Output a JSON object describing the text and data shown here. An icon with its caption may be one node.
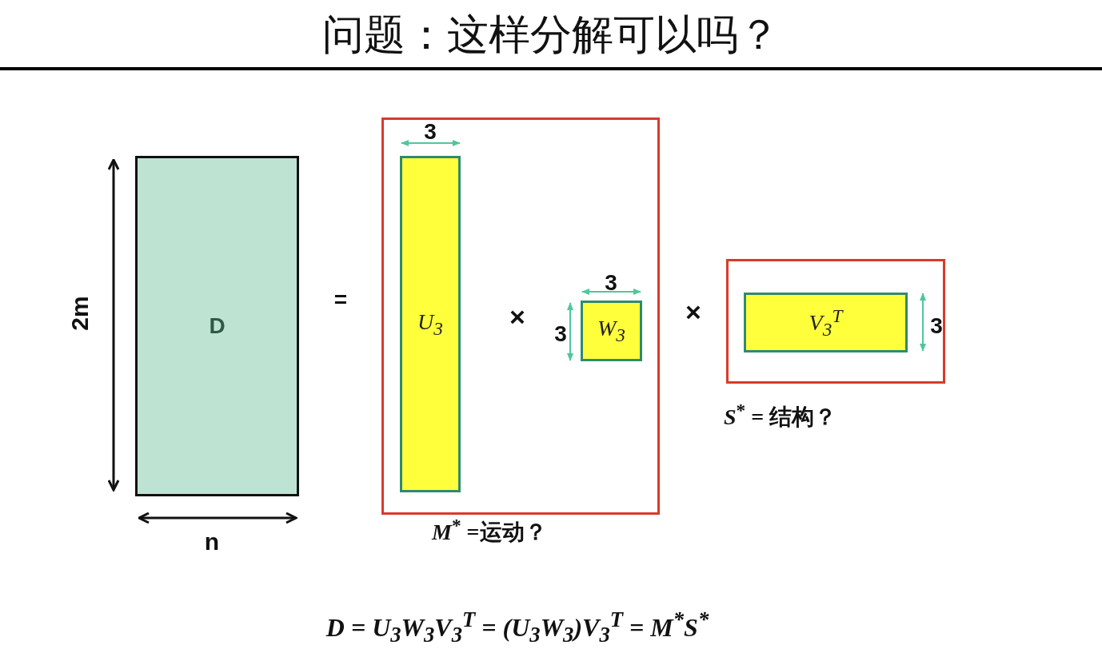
{
  "diagram": {
    "title": "问题：这样分解可以吗？",
    "nodes": [
      {
        "text": [
          "D"
        ]
      },
      {
        "text": [],
        "shape": "box",
        "beside": [
          "*M*$^{*}$ =运动？"
        ]
      },
      {
        "text": [
          "U$_{3}$"
        ],
        "in": 1
      },
      {
        "text": [
          "W$_{3}$"
        ],
        "in": 1
      },
      {
        "text": [],
        "shape": "box",
        "beside": [
          "*S*$^{*}$ = 结构？"
        ]
      },
      {
        "text": [
          "V$_{3}$$^{T}$"
        ],
        "in": 4
      }
    ],
    "labels": [
      "3",
      "2m",
      "=",
      "×",
      "3",
      "3",
      "×",
      "3",
      "n",
      "D = U$_{3}$W$_{3}$V$_{3}$$^{T}$ = (U$_{3}$W$_{3}$)V$_{3}$$^{T}$ = M$^{*}$S$^{*}$"
    ]
  }
}
